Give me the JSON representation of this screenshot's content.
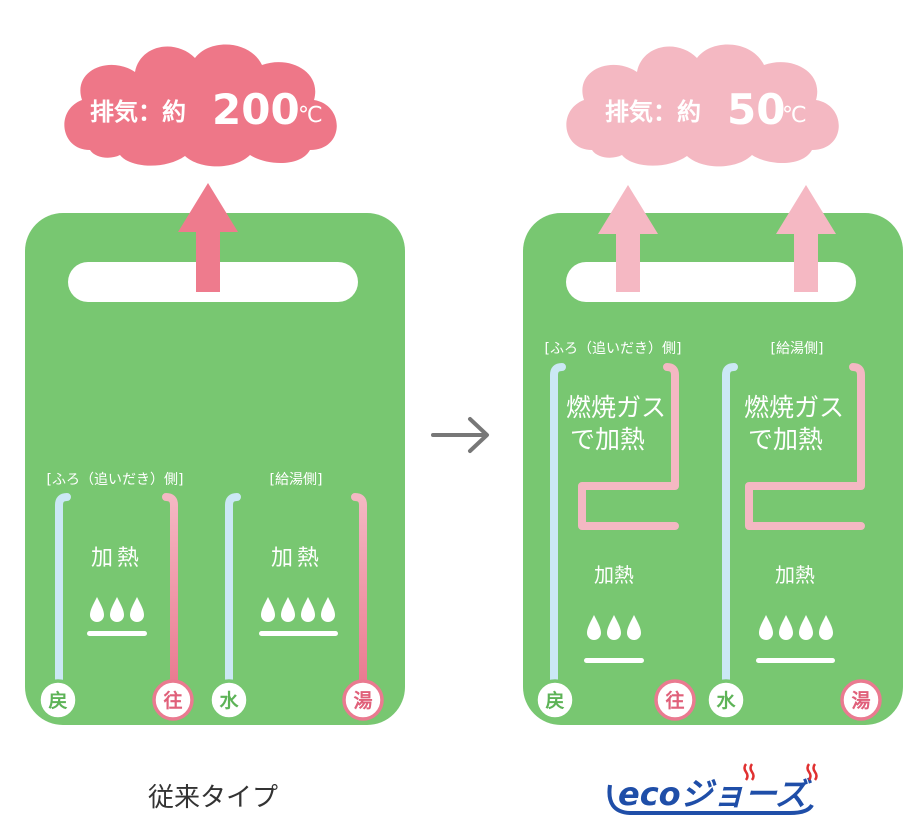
{
  "colors": {
    "panel": "#78c771",
    "exhaust_hot": "#ee7788",
    "exhaust_warm": "#f4b8c2",
    "pipe_cold": "#cbe8f5",
    "pipe_hot": "#ea7a90",
    "logo": "#1f4ea8",
    "arrow": "#777777"
  },
  "conventional": {
    "exhaust": {
      "prefix": "排気：約",
      "value": "200",
      "unit": "℃"
    },
    "bath_side_label": "[ふろ（追いだき）側]",
    "supply_side_label": "[給湯側]",
    "bath_heat_label": "加熱",
    "supply_heat_label": "加熱",
    "bath_flames": 3,
    "supply_flames": 4,
    "ports": {
      "return": "戻",
      "out": "往",
      "water": "水",
      "hot": "湯"
    },
    "caption": "従来タイプ"
  },
  "transition_icon": "right-arrow-icon",
  "eco": {
    "exhaust": {
      "prefix": "排気：約",
      "value": "50",
      "unit": "℃"
    },
    "bath_side_label": "[ふろ（追いだき）側]",
    "supply_side_label": "[給湯側]",
    "preheat_line1": "燃焼ガス",
    "preheat_line2": "で加熱",
    "bath_heat_label": "加熱",
    "supply_heat_label": "加熱",
    "bath_flames": 3,
    "supply_flames": 4,
    "ports": {
      "return": "戻",
      "out": "往",
      "water": "水",
      "hot": "湯"
    },
    "logo_text": "ecoジョーズ"
  }
}
